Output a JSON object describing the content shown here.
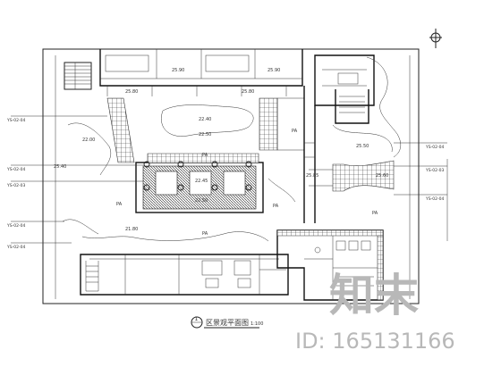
{
  "drawing": {
    "caption": "区景观平面图",
    "caption_number": "1",
    "scale": "1:100"
  },
  "labels": {
    "pa": "PA",
    "elev_top_a": "25.90",
    "elev_top_b": "25.90",
    "elev_a": "25.80",
    "elev_b": "25.80",
    "elev_c": "25.85",
    "elev_d": "25.50",
    "elev_e": "25.60",
    "elev_f": "25.40",
    "elev_mid": "22.40",
    "elev_mid2": "22.50",
    "elev_plaza": "22.45",
    "elev_plaza2": "22.50",
    "elev_low": "22.00",
    "elev_low2": "21.80",
    "code_1": "YS-02-04",
    "code_2": "YS-02-04",
    "code_3": "YS-02-03",
    "code_4": "YS-02-04",
    "code_5": "YS-02-04",
    "code_6": "YS-02-04",
    "code_7": "YS-02-03",
    "code_8": "YS-02-04"
  },
  "watermark": {
    "logo_text": "知末",
    "id_text": "ID: 165131166"
  }
}
